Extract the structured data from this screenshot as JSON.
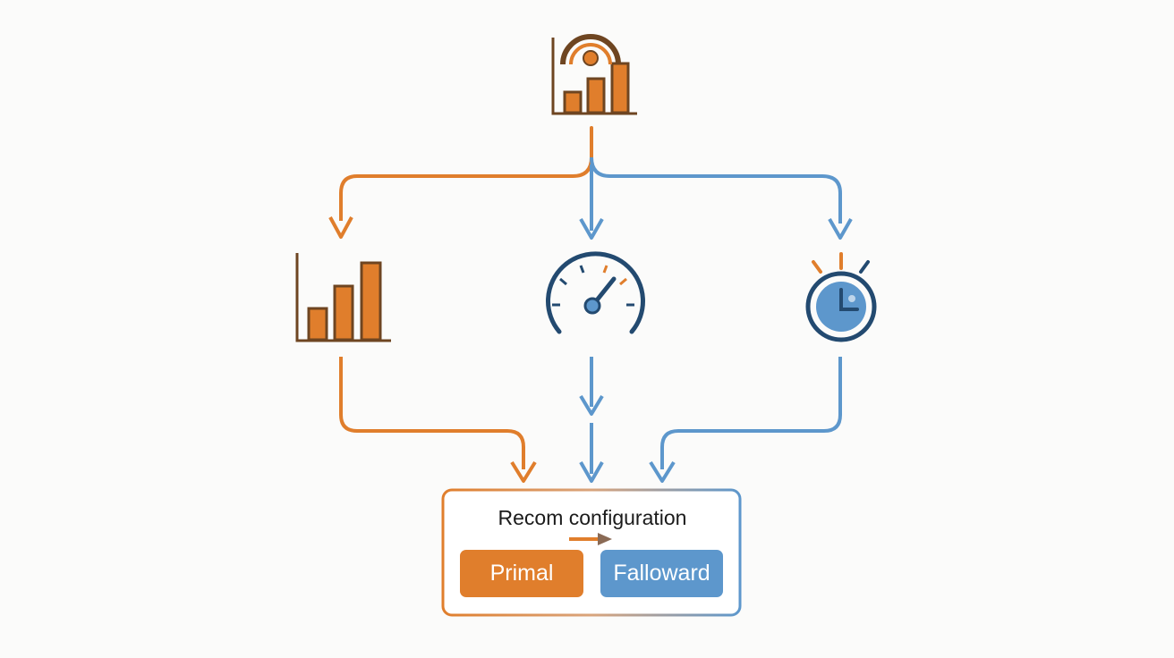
{
  "colors": {
    "orange": "#e07e2c",
    "dark_brown": "#6e4521",
    "blue": "#5d97cc",
    "navy": "#234a70",
    "background": "#fbfbfa"
  },
  "icons": {
    "source": "bar-chart-gauge-icon",
    "left": "bar-chart-icon",
    "middle": "speedometer-icon",
    "right": "stopwatch-icon"
  },
  "result": {
    "title": "Recom configuration",
    "primary_label": "Primal",
    "fallback_label": "Falloward"
  }
}
